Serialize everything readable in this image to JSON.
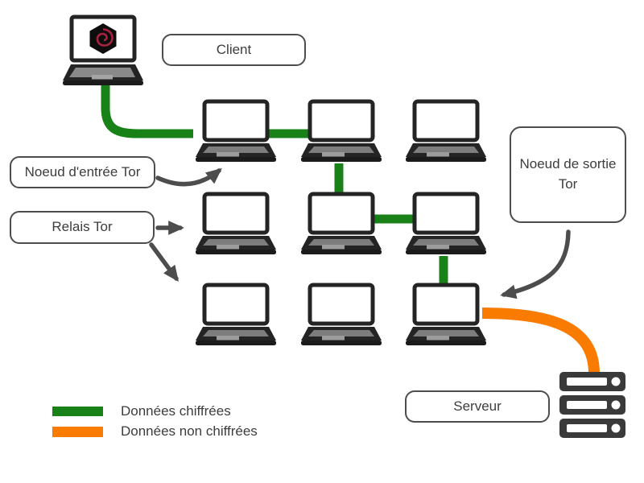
{
  "labels": {
    "client": "Client",
    "entry_node": "Noeud d'entrée Tor",
    "relay": "Relais Tor",
    "exit_node": "Noeud de sortie Tor",
    "server": "Serveur"
  },
  "legend": {
    "encrypted": {
      "label": "Données chiffrées",
      "color": "#188218"
    },
    "unencrypted": {
      "label": "Données non chiffrées",
      "color": "#F97B00"
    }
  },
  "colors": {
    "encrypted": "#188218",
    "unencrypted": "#F97B00",
    "arrow": "#4d4d4d",
    "outline": "#4d4d4d",
    "text": "#3d3d3d",
    "laptop_dark": "#242424",
    "logo_red": "#A8233F"
  },
  "icons": {
    "client_laptop": "laptop-with-debian-hexagon-logo",
    "node_laptop": "laptop",
    "server": "server-rack-3u"
  }
}
